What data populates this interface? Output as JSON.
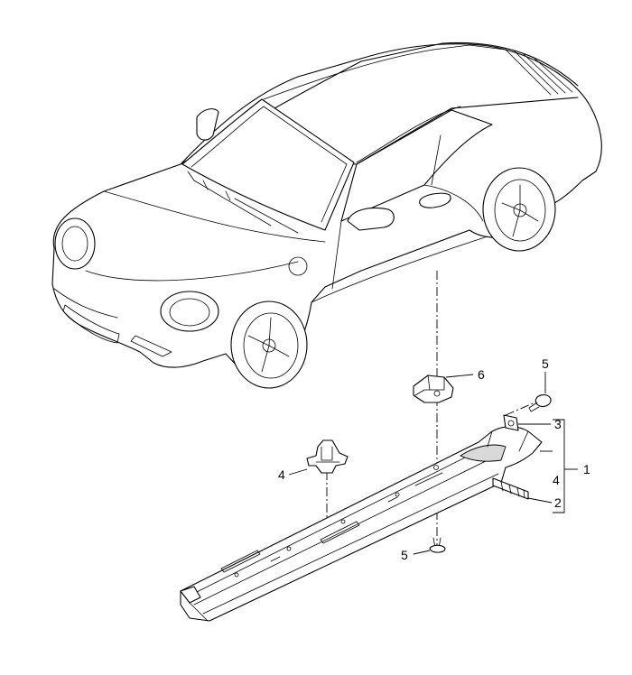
{
  "callouts": {
    "c1": "1",
    "c2": "2",
    "c3": "3",
    "c4_bracket": "4",
    "c4_clip": "4",
    "c5_top": "5",
    "c5_bottom": "5",
    "c6": "6"
  }
}
